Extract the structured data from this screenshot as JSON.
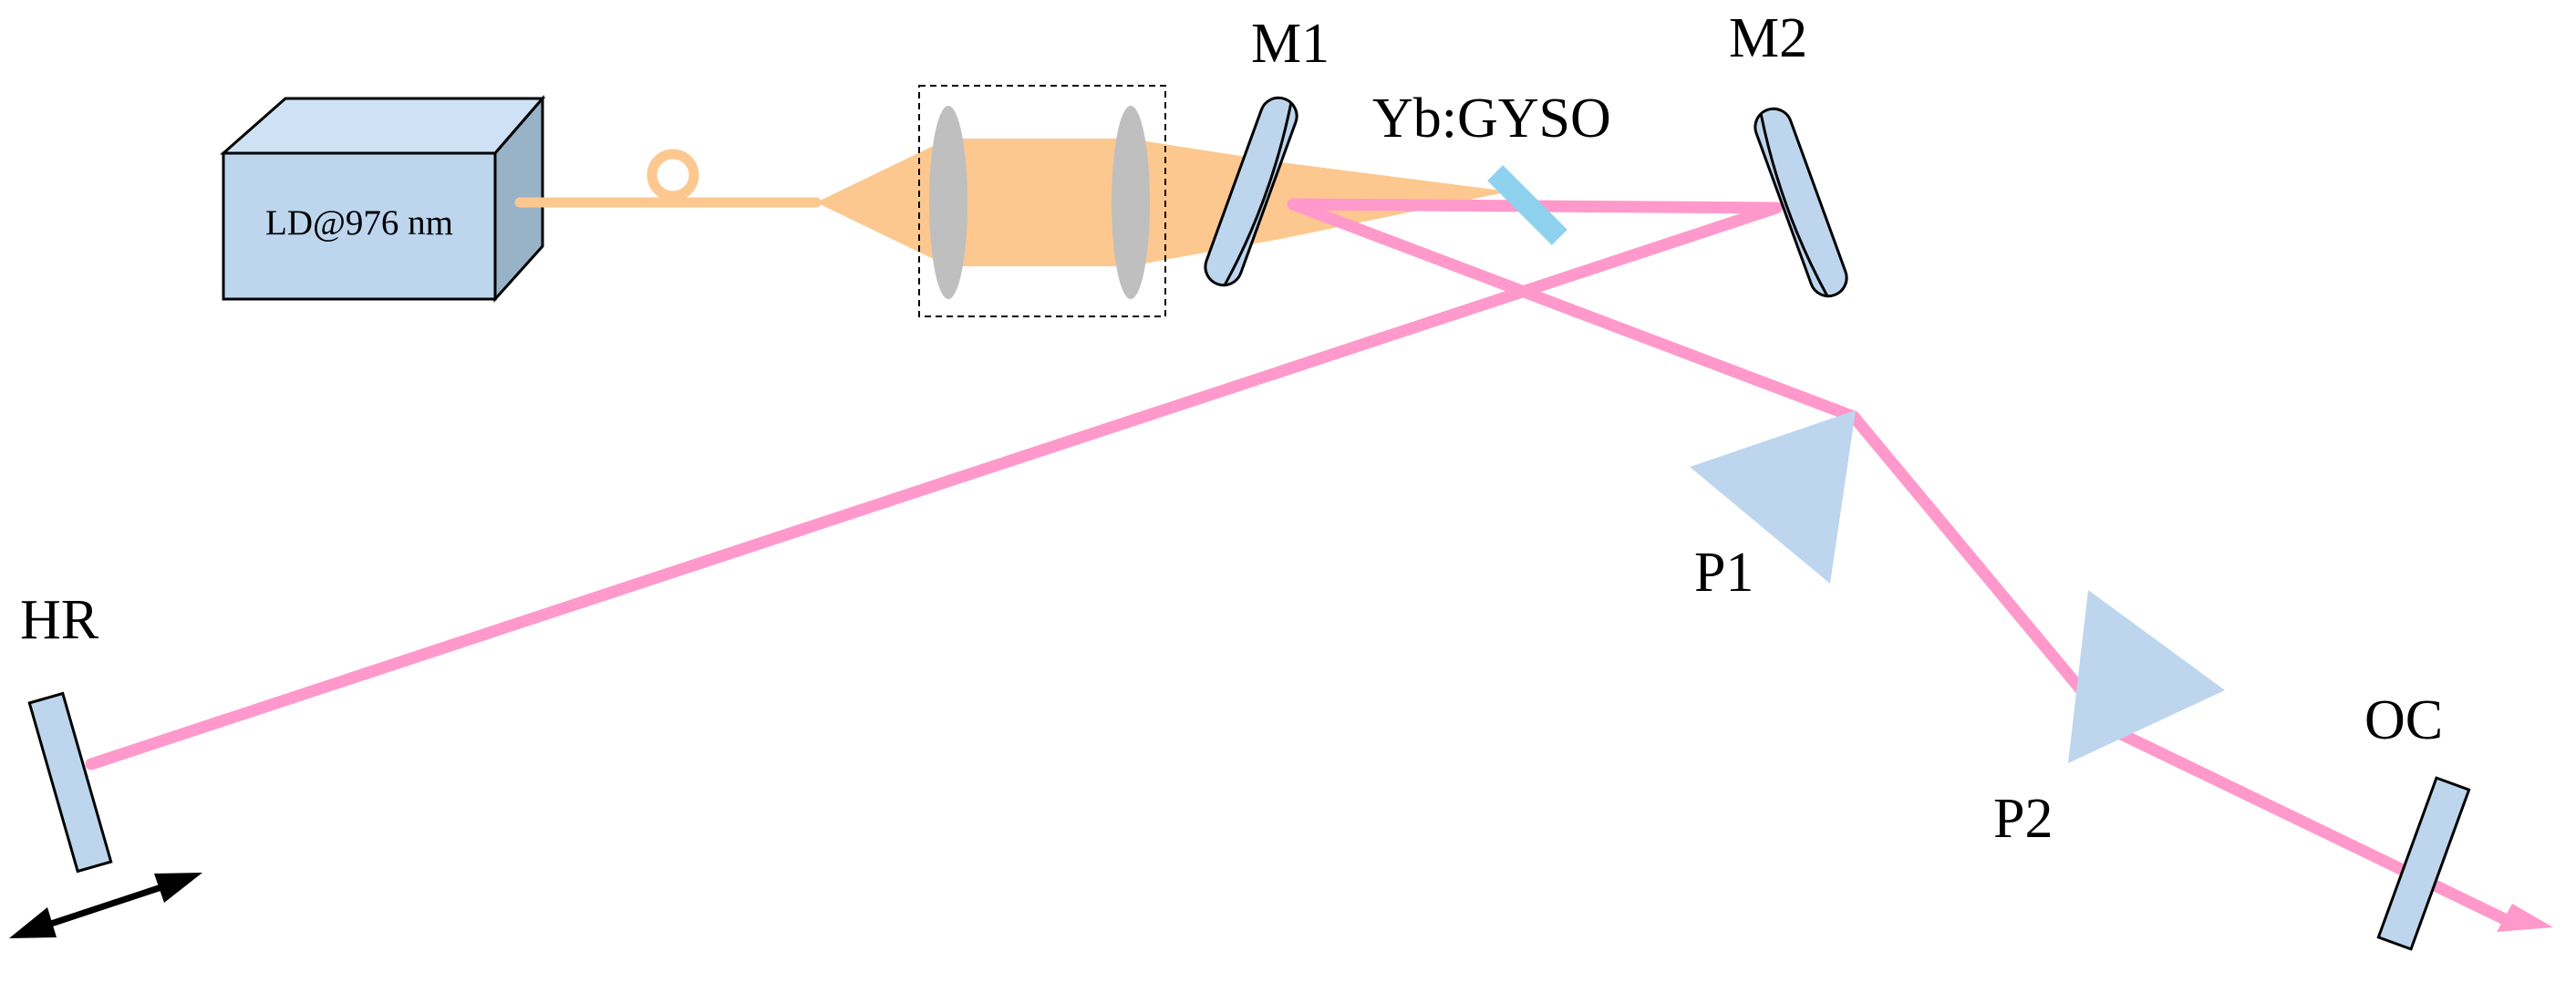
{
  "labels": {
    "ld": "LD@976 nm",
    "m1": "M1",
    "m2": "M2",
    "crystal": "Yb:GYSO",
    "p1": "P1",
    "p2": "P2",
    "hr": "HR",
    "oc": "OC"
  },
  "colors": {
    "beam": "#ff99cc",
    "pump": "#fcc88f",
    "optic_fill": "#bdd6ee",
    "optic_dark": "#98b2c7",
    "lens": "#bfbfbf",
    "crystal": "#8ed2f0",
    "prism": "#bdd6ee",
    "arrow": "#000000"
  }
}
